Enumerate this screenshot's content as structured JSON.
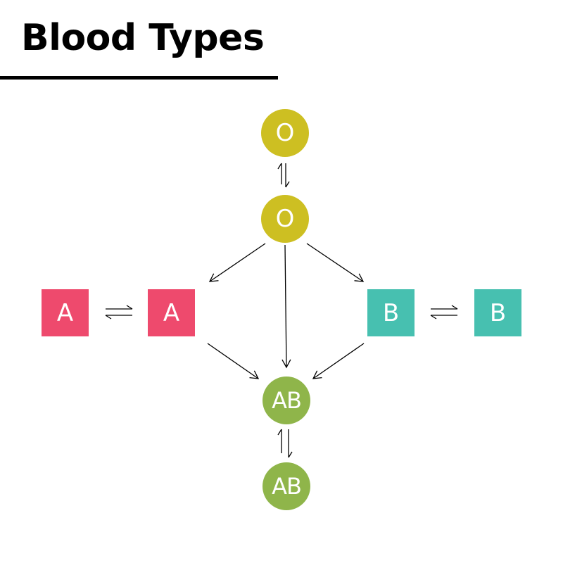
{
  "title": "Blood Types",
  "colors": {
    "type_o": "#cdbf22",
    "type_a": "#ee4a6d",
    "type_b": "#47c0b0",
    "type_ab": "#8fb54a",
    "arrow": "#000000"
  },
  "nodes": {
    "o_top": "O",
    "o_mid": "O",
    "a_left": "A",
    "a_right": "A",
    "b_left": "B",
    "b_right": "B",
    "ab_mid": "AB",
    "ab_bottom": "AB"
  }
}
